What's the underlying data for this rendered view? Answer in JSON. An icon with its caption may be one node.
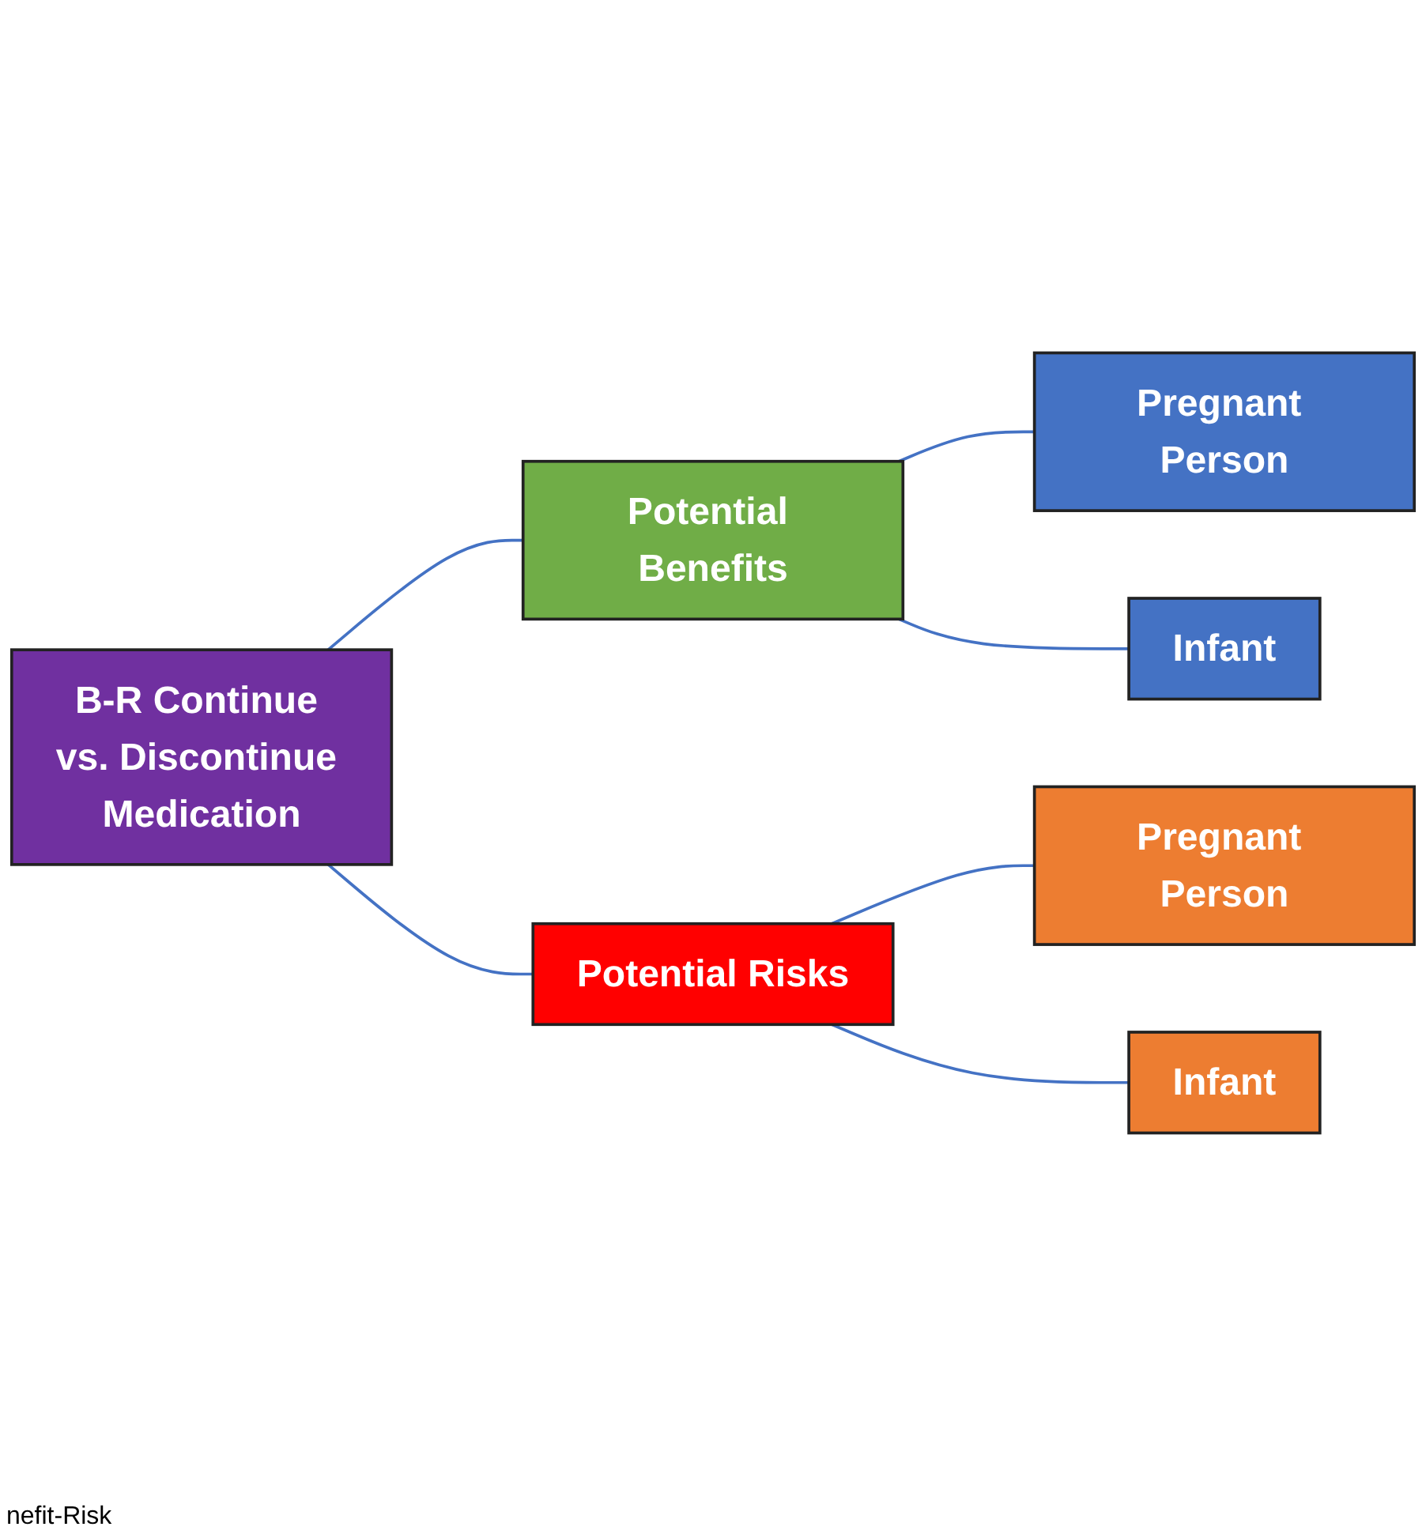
{
  "diagram": {
    "nodes": [
      {
        "text": [
          "B-R Continue vs. Discontinue Medication"
        ]
      },
      {
        "text": [
          "Potential Benefits"
        ]
      },
      {
        "text": [
          "Potential Risks"
        ]
      },
      {
        "text": [
          "Pregnant Person"
        ]
      },
      {
        "text": [
          "Infant"
        ]
      },
      {
        "text": [
          "Pregnant Person"
        ]
      },
      {
        "text": [
          "Infant"
        ]
      }
    ],
    "edges": [
      {
        "from": 0,
        "to": 1,
        "arrow": "none"
      },
      {
        "from": 0,
        "to": 2,
        "arrow": "none"
      },
      {
        "from": 1,
        "to": 3,
        "arrow": "none"
      },
      {
        "from": 1,
        "to": 4,
        "arrow": "none"
      },
      {
        "from": 2,
        "to": 5,
        "arrow": "none"
      },
      {
        "from": 2,
        "to": 6,
        "arrow": "none"
      }
    ],
    "labels": [
      "nefit-Risk"
    ]
  }
}
